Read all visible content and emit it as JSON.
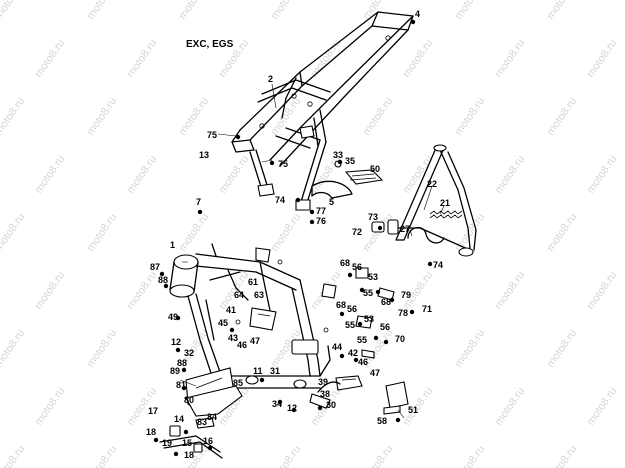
{
  "title": "EXC, EGS",
  "watermark": "moto8.ru",
  "labels": [
    {
      "id": "4",
      "text": "4"
    },
    {
      "id": "2",
      "text": "2"
    },
    {
      "id": "75a",
      "text": "75"
    },
    {
      "id": "13",
      "text": "13"
    },
    {
      "id": "75b",
      "text": "75"
    },
    {
      "id": "33",
      "text": "33"
    },
    {
      "id": "35",
      "text": "35"
    },
    {
      "id": "50",
      "text": "50"
    },
    {
      "id": "22",
      "text": "22"
    },
    {
      "id": "74a",
      "text": "74"
    },
    {
      "id": "5",
      "text": "5"
    },
    {
      "id": "77",
      "text": "77"
    },
    {
      "id": "76",
      "text": "76"
    },
    {
      "id": "7",
      "text": "7"
    },
    {
      "id": "73",
      "text": "73"
    },
    {
      "id": "72",
      "text": "72"
    },
    {
      "id": "27",
      "text": "27"
    },
    {
      "id": "21",
      "text": "21"
    },
    {
      "id": "74b",
      "text": "74"
    },
    {
      "id": "1",
      "text": "1"
    },
    {
      "id": "87",
      "text": "87"
    },
    {
      "id": "88a",
      "text": "88"
    },
    {
      "id": "68a",
      "text": "68"
    },
    {
      "id": "56a",
      "text": "56"
    },
    {
      "id": "53a",
      "text": "53"
    },
    {
      "id": "55a",
      "text": "55"
    },
    {
      "id": "61",
      "text": "61"
    },
    {
      "id": "64",
      "text": "64"
    },
    {
      "id": "63",
      "text": "63"
    },
    {
      "id": "79",
      "text": "79"
    },
    {
      "id": "68b",
      "text": "68"
    },
    {
      "id": "78",
      "text": "78"
    },
    {
      "id": "71",
      "text": "71"
    },
    {
      "id": "49",
      "text": "49"
    },
    {
      "id": "41",
      "text": "41"
    },
    {
      "id": "68c",
      "text": "68"
    },
    {
      "id": "56b",
      "text": "56"
    },
    {
      "id": "53b",
      "text": "53"
    },
    {
      "id": "45",
      "text": "45"
    },
    {
      "id": "55b",
      "text": "55"
    },
    {
      "id": "43",
      "text": "43"
    },
    {
      "id": "47a",
      "text": "47"
    },
    {
      "id": "46a",
      "text": "46"
    },
    {
      "id": "56c",
      "text": "56"
    },
    {
      "id": "55c",
      "text": "55"
    },
    {
      "id": "70",
      "text": "70"
    },
    {
      "id": "12a",
      "text": "12"
    },
    {
      "id": "32",
      "text": "32"
    },
    {
      "id": "44",
      "text": "44"
    },
    {
      "id": "42",
      "text": "42"
    },
    {
      "id": "88b",
      "text": "88"
    },
    {
      "id": "89",
      "text": "89"
    },
    {
      "id": "46b",
      "text": "46"
    },
    {
      "id": "47b",
      "text": "47"
    },
    {
      "id": "81",
      "text": "81"
    },
    {
      "id": "11",
      "text": "11"
    },
    {
      "id": "31",
      "text": "31"
    },
    {
      "id": "85",
      "text": "85"
    },
    {
      "id": "39",
      "text": "39"
    },
    {
      "id": "80",
      "text": "80"
    },
    {
      "id": "34",
      "text": "34"
    },
    {
      "id": "12b",
      "text": "12"
    },
    {
      "id": "38",
      "text": "38"
    },
    {
      "id": "30",
      "text": "30"
    },
    {
      "id": "51",
      "text": "51"
    },
    {
      "id": "17",
      "text": "17"
    },
    {
      "id": "14",
      "text": "14"
    },
    {
      "id": "83",
      "text": "83"
    },
    {
      "id": "84",
      "text": "84"
    },
    {
      "id": "18a",
      "text": "18"
    },
    {
      "id": "58",
      "text": "58"
    },
    {
      "id": "16",
      "text": "16"
    },
    {
      "id": "19",
      "text": "19"
    },
    {
      "id": "15",
      "text": "15"
    },
    {
      "id": "18b",
      "text": "18"
    }
  ]
}
